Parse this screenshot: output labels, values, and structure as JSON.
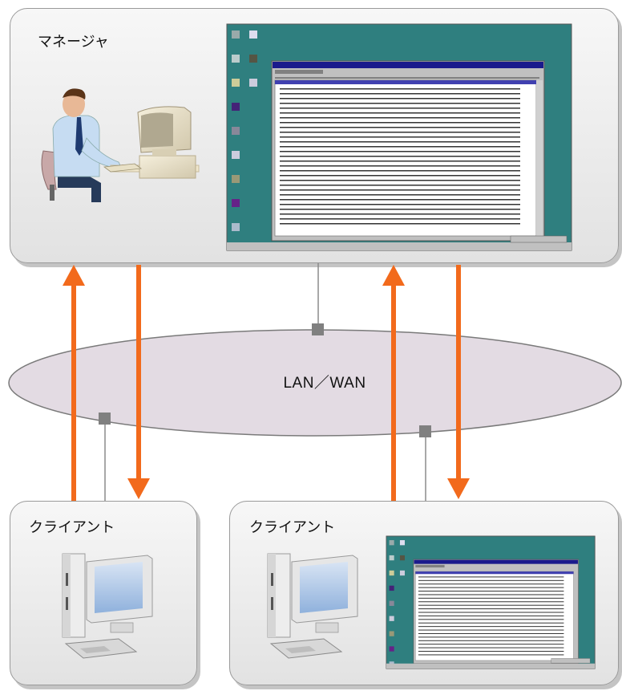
{
  "manager": {
    "title": "マネージャ"
  },
  "network": {
    "label": "LAN／WAN"
  },
  "clients": [
    {
      "title": "クライアント"
    },
    {
      "title": "クライアント"
    }
  ],
  "icons": {
    "manager_person": "person-at-computer-icon",
    "client_pc": "desktop-computer-icon",
    "screenshot": "windows-desktop-screenshot"
  },
  "colors": {
    "arrow": "#f26a1c",
    "network_fill": "#e3dbe3",
    "desktop_bg": "#2f7f7f",
    "connector": "#808080",
    "panel_border": "#9a9a9a"
  }
}
